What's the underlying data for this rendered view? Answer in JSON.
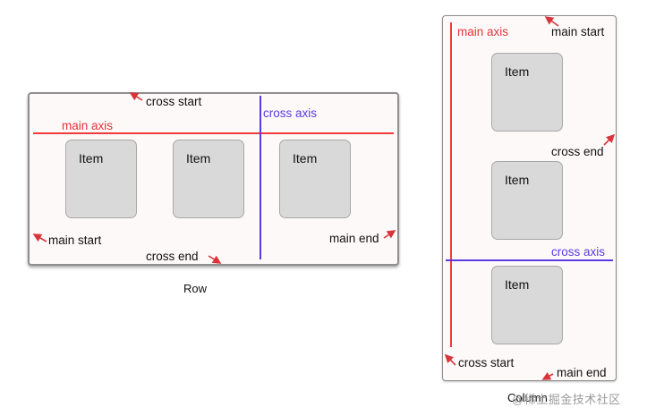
{
  "row": {
    "caption": "Row",
    "items": [
      "Item",
      "Item",
      "Item"
    ],
    "labels": {
      "main_axis": "main axis",
      "cross_axis": "cross axis",
      "cross_start": "cross start",
      "cross_end": "cross end",
      "main_start": "main start",
      "main_end": "main end"
    }
  },
  "column": {
    "caption": "Column",
    "items": [
      "Item",
      "Item",
      "Item"
    ],
    "labels": {
      "main_axis": "main axis",
      "cross_axis": "cross axis",
      "main_start": "main start",
      "cross_end": "cross end",
      "cross_start": "cross start",
      "main_end": "main end"
    }
  },
  "watermark": "@稀土掘金技术社区",
  "colors": {
    "main_axis": "#ef3b3b",
    "cross_axis": "#5a3be0",
    "item_fill": "#d9d9d9",
    "container_fill": "#fdf9f8",
    "arrow": "#d9343a"
  }
}
